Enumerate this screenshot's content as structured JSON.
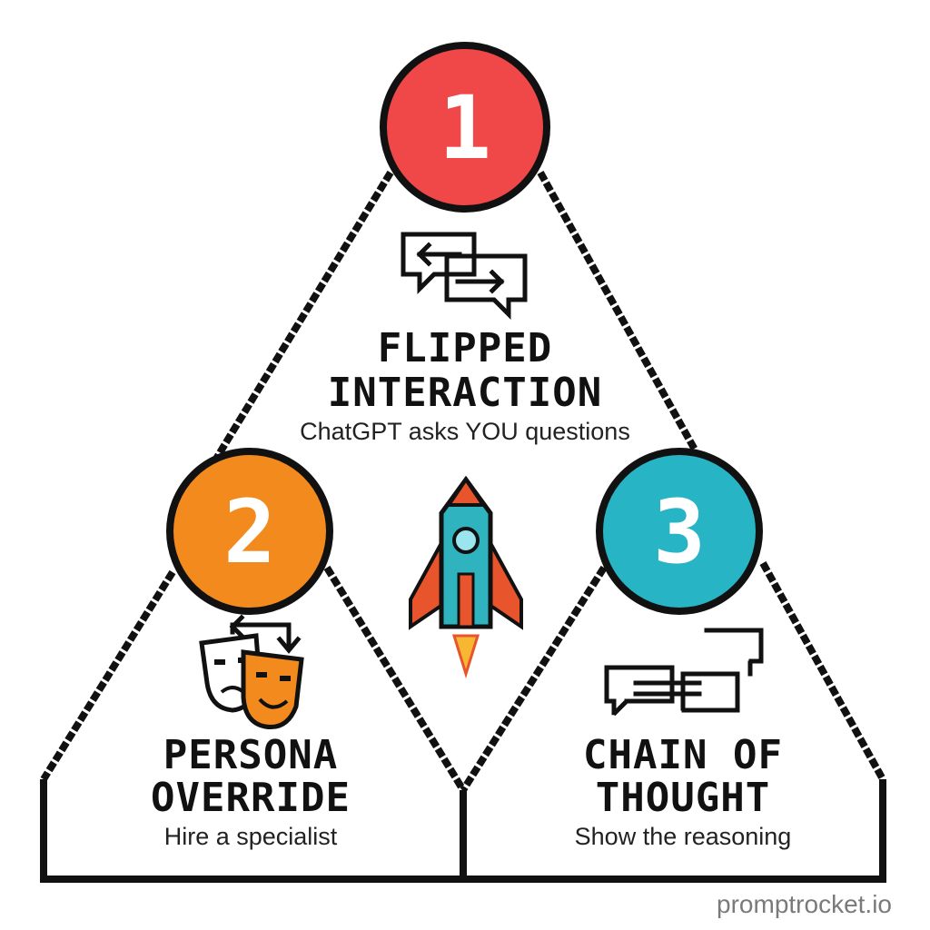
{
  "nodes": [
    {
      "number": "1",
      "title_line1": "FLIPPED",
      "title_line2": "INTERACTION",
      "subtitle": "ChatGPT asks YOU questions",
      "color": "#f04848",
      "icon": "swap-chat-bubbles-icon"
    },
    {
      "number": "2",
      "title_line1": "PERSONA",
      "title_line2": "OVERRIDE",
      "subtitle": "Hire a specialist",
      "color": "#f28a1e",
      "icon": "theater-masks-icon"
    },
    {
      "number": "3",
      "title_line1": "CHAIN OF",
      "title_line2": "THOUGHT",
      "subtitle": "Show the reasoning",
      "color": "#27b4c4",
      "icon": "linked-thought-bubbles-icon"
    }
  ],
  "center_icon": "rocket-icon",
  "footer": "promptrocket.io",
  "colors": {
    "outline": "#111111",
    "rocket_body": "#2fb3bf",
    "rocket_fin": "#e8542c",
    "flame": "#f7b733"
  }
}
